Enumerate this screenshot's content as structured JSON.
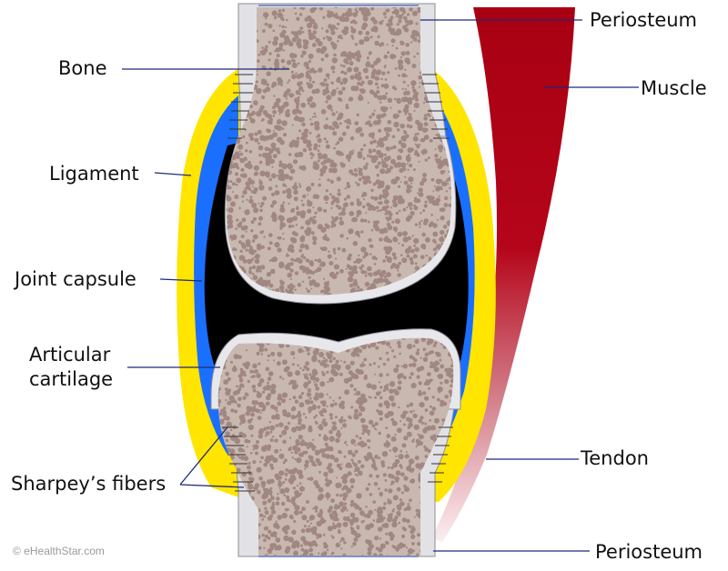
{
  "labels": {
    "periosteum_top": "Periosteum",
    "bone": "Bone",
    "muscle": "Muscle",
    "ligament": "Ligament",
    "joint_capsule": "Joint capsule",
    "articular_cartilage_line1": "Articular",
    "articular_cartilage_line2": "cartilage",
    "tendon": "Tendon",
    "sharpeys_fibers": "Sharpey’s fibers",
    "periosteum_bottom": "Periosteum"
  },
  "copyright": "© eHealthStar.com",
  "colors": {
    "bone": "#c8b8b0",
    "bone_speckle": "#a18781",
    "periosteum": "#e2e2e6",
    "cartilage": "#e8e8ec",
    "ligament": "#ffe500",
    "capsule": "#1a6fff",
    "synovial_cavity": "#000000",
    "muscle": "#b50010",
    "leader_line": "#1e2a7a"
  }
}
